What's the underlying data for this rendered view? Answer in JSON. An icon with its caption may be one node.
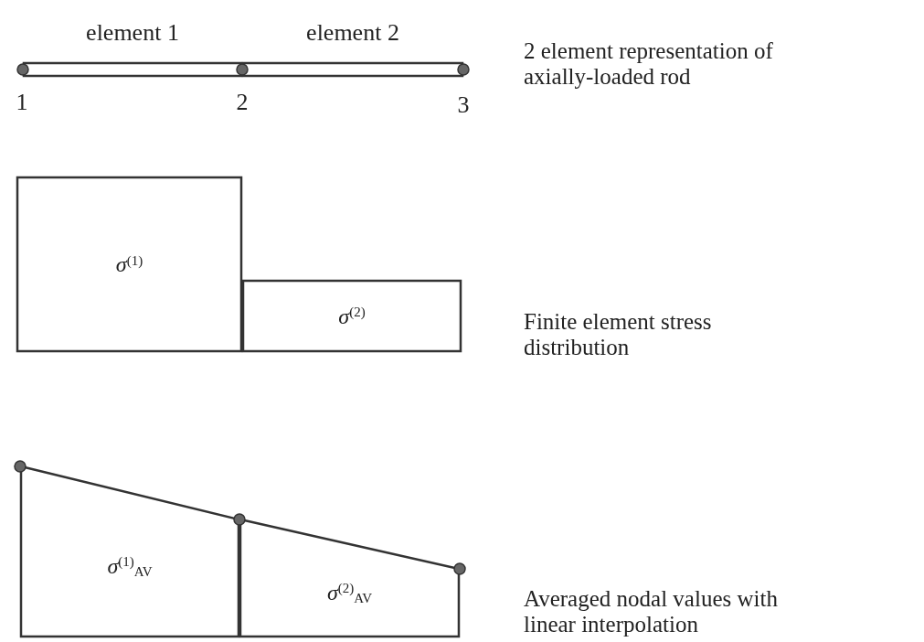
{
  "diagram": {
    "nodes": [
      {
        "text": [
          "element 1"
        ]
      },
      {
        "text": [
          "element 2"
        ]
      },
      {
        "text": [
          "σ$^{(1)}$"
        ]
      },
      {
        "text": [
          "σ$^{(2)}$"
        ]
      },
      {
        "text": [
          "σ$^{(1)}$$_{AV}$"
        ]
      },
      {
        "text": [
          "σ$^{(2)}$$_{AV}$"
        ]
      }
    ],
    "labels": [
      "1",
      "2",
      "3",
      "2 element representation of axially-loaded rod",
      "Finite element stress distribution",
      "Averaged nodal values with linear interpolation"
    ]
  }
}
